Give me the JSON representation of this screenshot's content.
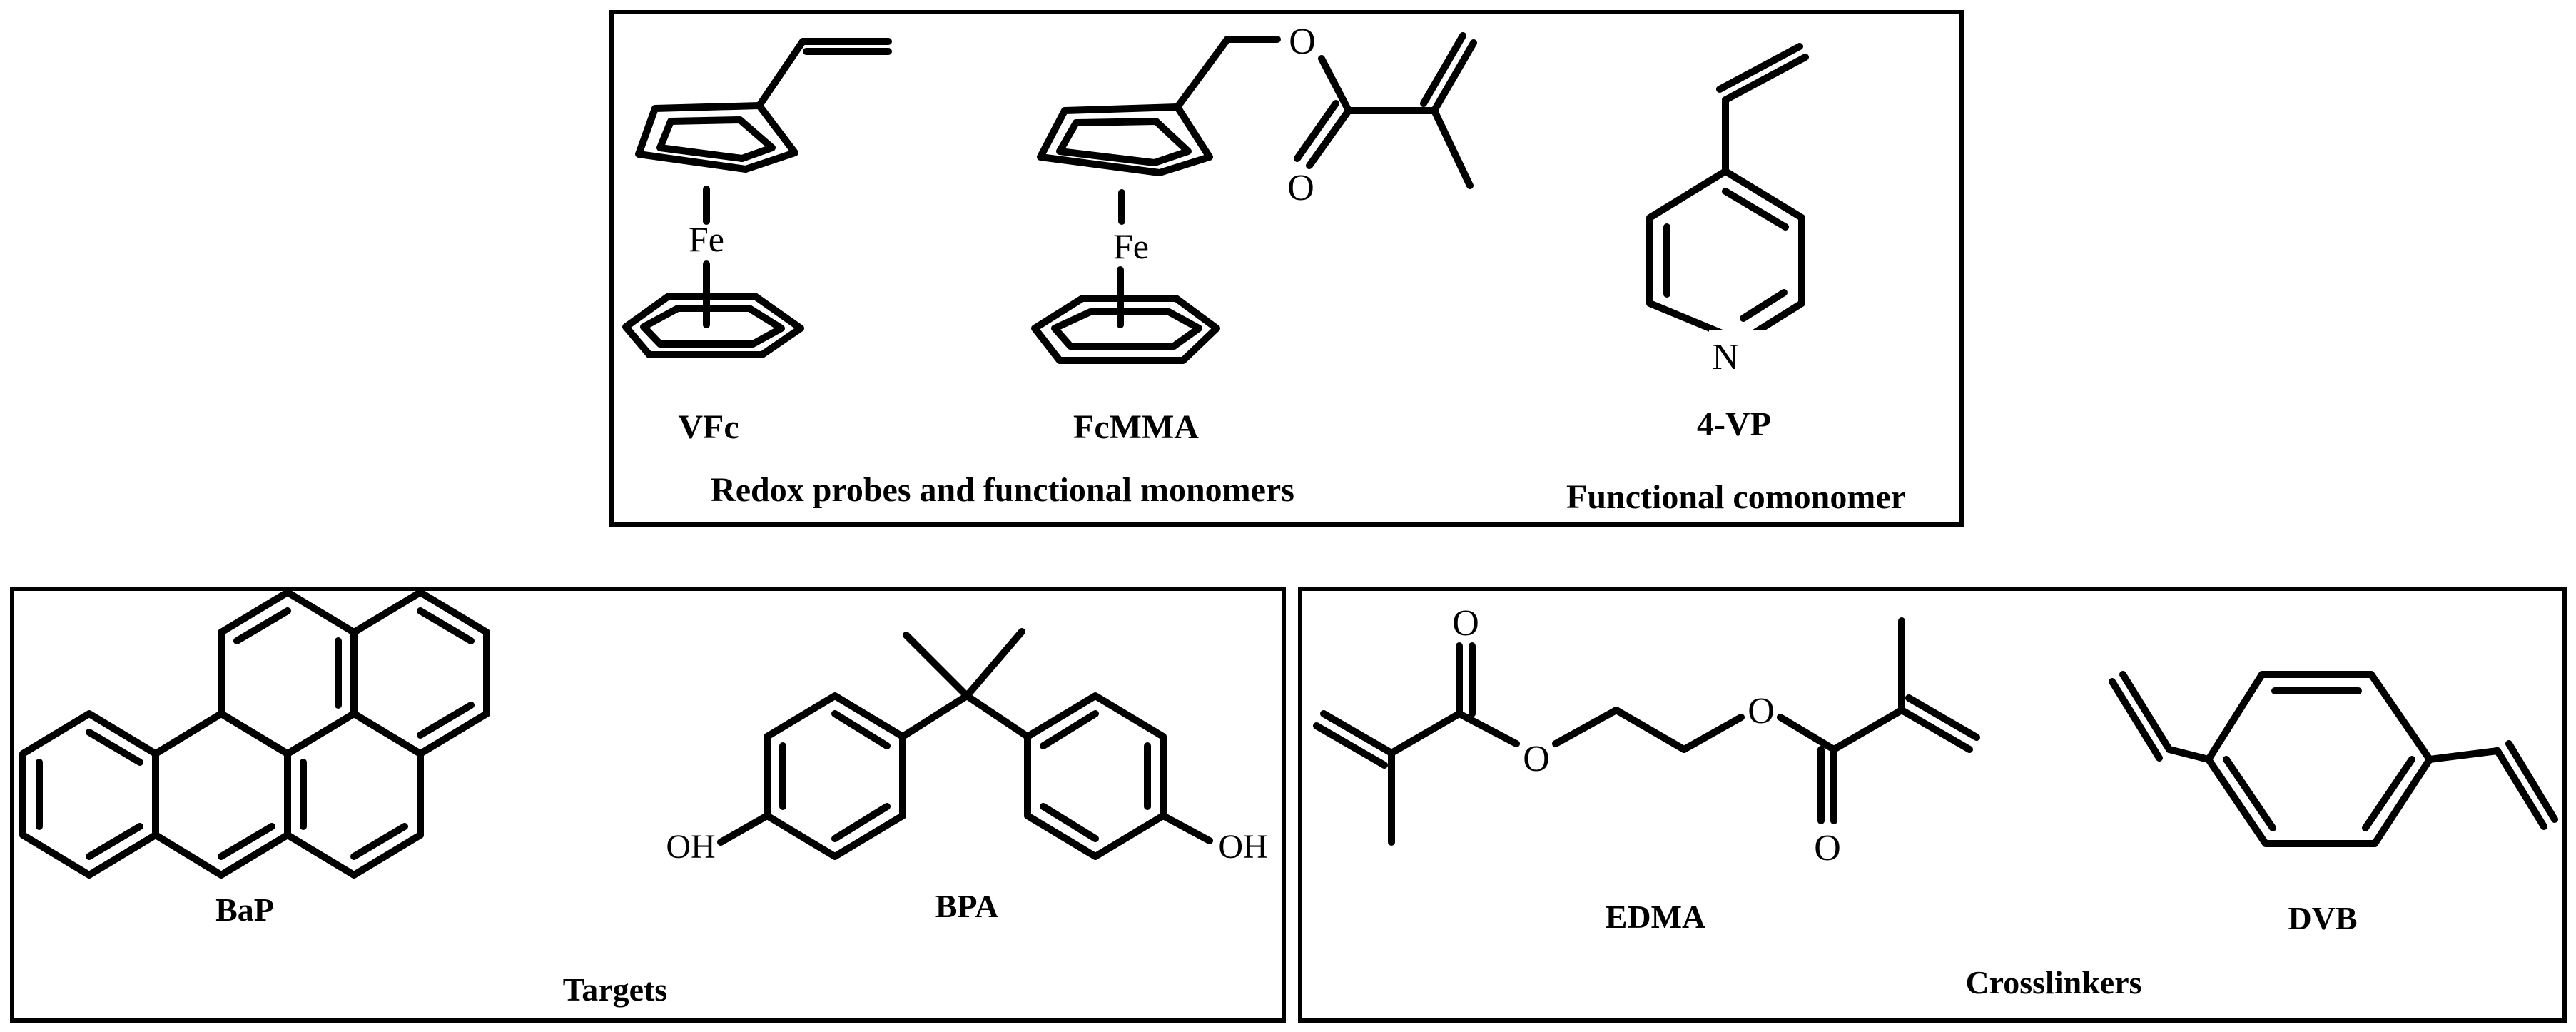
{
  "colors": {
    "line": "#000000",
    "background": "#ffffff"
  },
  "panels": {
    "top": {
      "caption_left": "Redox probes and functional monomers",
      "caption_right": "Functional comonomer",
      "molecules": {
        "vfc": "VFc",
        "fcmma": "FcMMA",
        "vp": "4-VP"
      }
    },
    "targets": {
      "caption": "Targets",
      "molecules": {
        "bap": "BaP",
        "bpa": "BPA"
      }
    },
    "crosslinkers": {
      "caption": "Crosslinkers",
      "molecules": {
        "edma": "EDMA",
        "dvb": "DVB"
      }
    }
  },
  "atoms": {
    "iron": "Fe",
    "oxygen": "O",
    "nitrogen": "N",
    "hydroxyl": "OH"
  }
}
